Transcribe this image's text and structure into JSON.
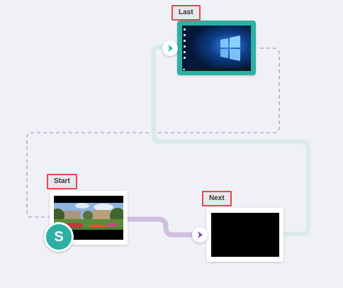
{
  "nodes": {
    "last": {
      "label": "Last",
      "thumbnail": "windows-desktop"
    },
    "start": {
      "label": "Start",
      "thumbnail": "campus-garden-photo"
    },
    "next": {
      "label": "Next",
      "thumbnail": "black-screen"
    }
  },
  "start_badge": "S",
  "colors": {
    "teal_accent": "#2bb0a4",
    "purple_accent": "#7b4fa8",
    "teal_path": "#d9ebe8",
    "purple_path": "#cdbfdd",
    "dashed_path": "#b7a9d1",
    "label_border": "#e24a4f"
  }
}
